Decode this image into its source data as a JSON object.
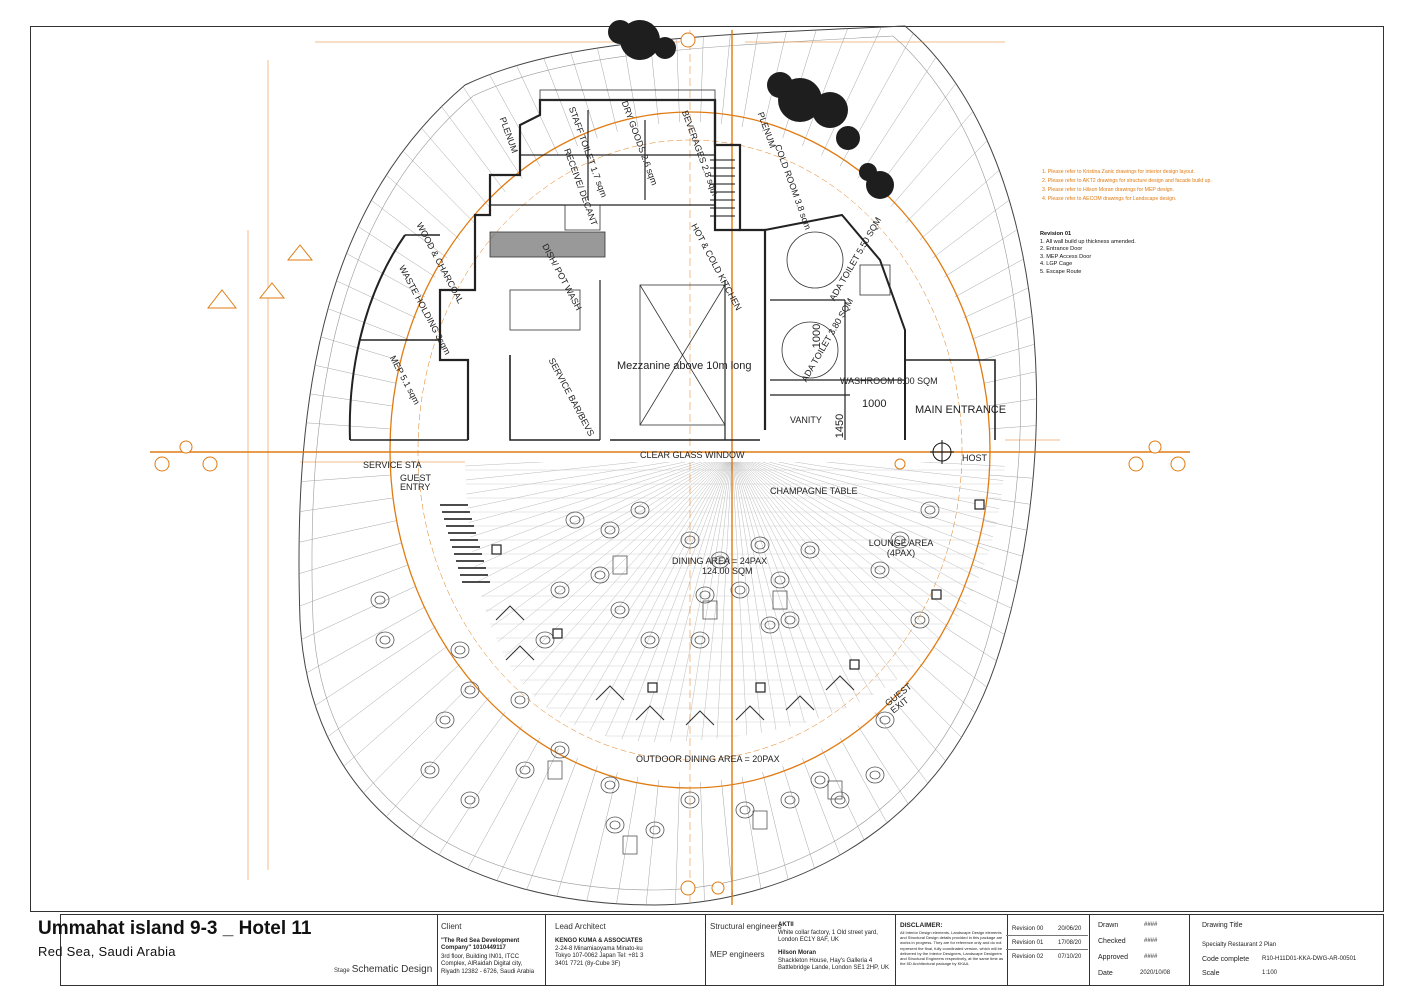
{
  "drawing": {
    "rooms": {
      "toilet": "STAFF TOILET 1.7 sqm",
      "dry_goods": "DRY GOODS 2.6 sqm",
      "beverages": "BEVERAGES 2.8 sqm",
      "plenum_l": "PLENUM",
      "plenum_r": "PLENUM",
      "cold_room": "COLD ROOM 3.8 sqm",
      "receive": "RECEIVE/ DECANT",
      "hot_cold_kitchen": "HOT & COLD KITCHEN",
      "dish_wash": "DISH/ POT WASH",
      "wood_charcoal": "WOOD & CHARCOAL",
      "waste": "WASTE HOLDING 3sqm",
      "mep": "MEP 5.1 sqm",
      "service_bar": "SERVICE BAR/BEVS",
      "mezzanine": "Mezzanine above 10m long",
      "ada_toilet_1": "ADA TOILET 5.50 SQM",
      "ada_toilet_2": "ADA TOILET 3.80 SQM",
      "washroom": "WASHROOM 8.00 SQM",
      "vanity": "VANITY",
      "main_entrance": "MAIN ENTRANCE",
      "host": "HOST",
      "clear_glass": "CLEAR GLASS WINDOW",
      "service_sta": "SERVICE STA",
      "guest_entry": "GUEST ENTRY",
      "champagne": "CHAMPAGNE TABLE",
      "lounge": "LOUNGE AREA (4PAX)",
      "dining": "DINING AREA = 24PAX",
      "dining_area": "124.00 SQM",
      "outdoor": "OUTDOOR DINING AREA = 20PAX",
      "guest_exit": "GUEST EXIT",
      "dim_1000a": "1000",
      "dim_1000b": "1000",
      "dim_1450": "1450"
    },
    "notes": [
      "1. Please refer to Kristina Zanic drawings for interior design layout.",
      "2. Please refer to AKT2 drawings for structure design and facade build up.",
      "3. Please refer to Hilson Moran drawings for MEP design.",
      "4. Please refer to AECOM drawings for Landscape design."
    ],
    "revision_notes": {
      "title": "Revision 01",
      "items": [
        "1. All wall build up thickness amended.",
        "2. Entrance Door",
        "3. MEP Access Door",
        "4. LGP Cage",
        "5. Escape Route"
      ]
    },
    "colors": {
      "line": "#222222",
      "grid": "#e07b12",
      "hatch": "#8a8a8a",
      "accent": "#f08a1c"
    }
  },
  "title_block": {
    "project": "Ummahat island 9-3 _ Hotel 11",
    "location": "Red Sea, Saudi Arabia",
    "stage_label": "Stage",
    "stage": "Schematic Design",
    "client_label": "Client",
    "client_name": "\"The Red Sea Development Company\" 1010449117",
    "client_addr": "3rd floor, Building IN01, ITCC Complex, AlRaidah Digital city, Riyadh 12382 - 6726, Saudi Arabia",
    "lead_label": "Lead Architect",
    "lead_name": "KENGO KUMA & ASSOCIATES",
    "lead_addr": "2-24-8 Minamiaoyama Minato-ku Tokyo 107-0062 Japan Tel: +81 3 3401 7721 (8y-Cube 3F)",
    "struct_label": "Structural engineers",
    "struct_name": "AKTII",
    "struct_addr": "White collar factory, 1 Old street yard, London EC1Y 8AF, UK",
    "mep_label": "MEP engineers",
    "mep_name": "Hilson Moran",
    "mep_addr": "Shackleton House, Hay's Galleria 4 Battlebridge Lande, London SE1 2HP, UK",
    "disclaimer_title": "DISCLAIMER:",
    "disclaimer": "All Interior Design elements, Landscape Design elements and Structural Design details provided in this package are works in progress. They are for reference only and do not represent the final, fully coordinated version, which will be delivered by the Interior Designers, Landscape Designers and Structural Engineers respectively, at the same time as the 5D Architectural package by KKAA.",
    "revisions": [
      {
        "name": "Revision 00",
        "date": "20/06/20"
      },
      {
        "name": "Revision 01",
        "date": "17/08/20"
      },
      {
        "name": "Revision 02",
        "date": "07/10/20"
      }
    ],
    "drawn_label": "Drawn",
    "drawn": "####",
    "checked_label": "Checked",
    "checked": "####",
    "approved_label": "Approved",
    "approved": "####",
    "date_label": "Date",
    "date": "2020/10/08",
    "title_label": "Drawing Title",
    "title": "Specialty Restaurant 2 Plan",
    "code_label": "Code complete",
    "code": "R10-H11D01-KKA-DWG-AR-00501",
    "scale_label": "Scale",
    "scale": "1:100"
  }
}
